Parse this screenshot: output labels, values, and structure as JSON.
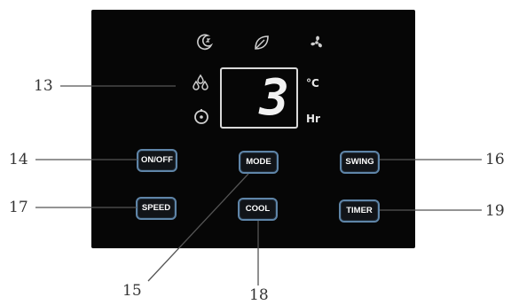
{
  "display": {
    "digit": "3",
    "unit_temp": "°C",
    "unit_hours": "Hr"
  },
  "indicators": {
    "left": [
      "sleep-icon",
      "dehumidify-icon",
      "timer-icon"
    ],
    "top": [
      "sleep-icon",
      "eco-leaf-icon",
      "fan-icon"
    ]
  },
  "buttons": {
    "onoff": "ON/OFF",
    "mode": "MODE",
    "swing": "SWING",
    "speed": "SPEED",
    "cool": "COOL",
    "timer": "TIMER"
  },
  "callouts": {
    "c13": "13",
    "c14": "14",
    "c15": "15",
    "c16": "16",
    "c17": "17",
    "c18": "18",
    "c19": "19"
  },
  "colors": {
    "panel": "#060606",
    "button_border": "#5f85a8",
    "display_border": "#d9d9d9",
    "leader_line": "#555555"
  }
}
